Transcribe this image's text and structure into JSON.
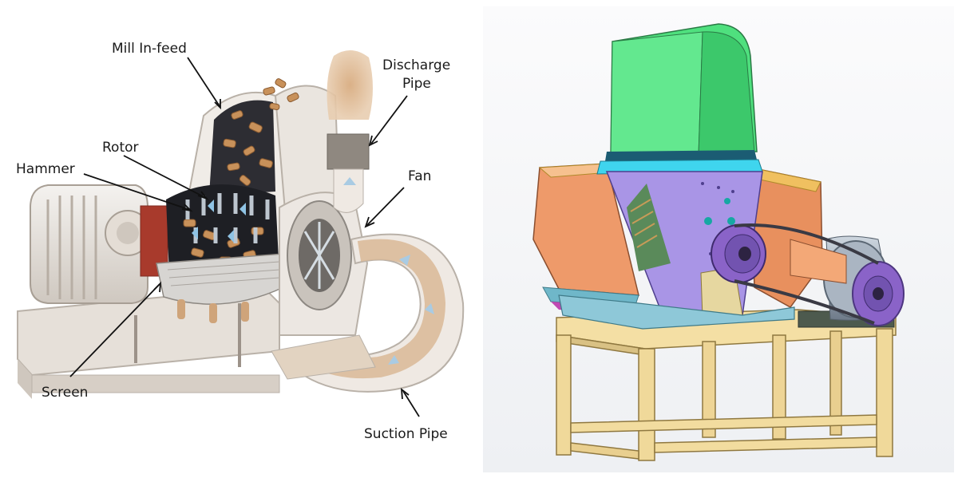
{
  "left_diagram": {
    "labels": {
      "mill_infeed": "Mill In-feed",
      "discharge_pipe_line1": "Discharge",
      "discharge_pipe_line2": "Pipe",
      "rotor": "Rotor",
      "hammer": "Hammer",
      "fan": "Fan",
      "screen": "Screen",
      "suction_pipe": "Suction Pipe"
    }
  },
  "right_diagram": {},
  "colors": {
    "machine_body": "#ece7e2",
    "material": "#c8915a",
    "motor_red": "#a83a2c",
    "hopper_green": "#4fe07e",
    "housing_purple": "#a995e6",
    "side_orange": "#ee9a6a",
    "frame_wood": "#f4dfa4",
    "pulley_purple": "#8a63c8",
    "motor_grey": "#9aa6b5"
  }
}
